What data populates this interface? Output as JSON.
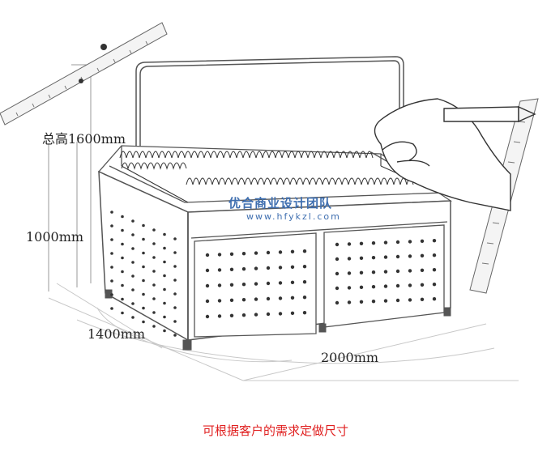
{
  "dimensions": {
    "total_height": "总高1600mm",
    "height": "1000mm",
    "depth": "1400mm",
    "width": "2000mm"
  },
  "watermark": {
    "cn": "优合商业设计团队",
    "url": "www.hfykzl.com"
  },
  "caption": "可根据客户的需求定做尺寸",
  "colors": {
    "line": "#555555",
    "watermark": "#3f6fb0",
    "caption": "#e02020"
  }
}
